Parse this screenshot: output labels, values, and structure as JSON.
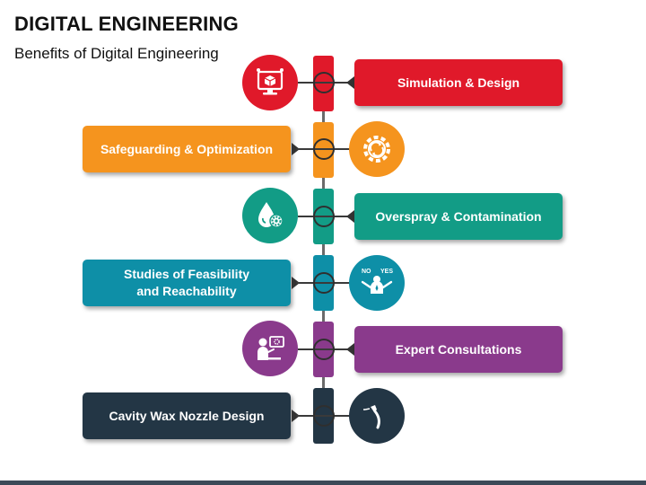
{
  "header": {
    "title": "DIGITAL ENGINEERING",
    "subtitle": "Benefits of Digital Engineering"
  },
  "colors": {
    "red": "#E0192A",
    "orange": "#F5941E",
    "teal": "#129C86",
    "blue": "#0E8FA7",
    "purple": "#8A3A8C",
    "navy": "#233645"
  },
  "items": [
    {
      "label": "Simulation & Design",
      "icon": "computer-cube-icon"
    },
    {
      "label": "Safeguarding & Optimization",
      "icon": "gear-cycle-icon"
    },
    {
      "label": "Overspray & Contamination",
      "icon": "drop-gear-icon"
    },
    {
      "label_lines": [
        "Studies of Feasibility",
        "and Reachability"
      ],
      "icon": "no-yes-person-icon"
    },
    {
      "label": "Expert Consultations",
      "icon": "consultant-icon"
    },
    {
      "label": "Cavity Wax Nozzle Design",
      "icon": "nozzle-icon"
    }
  ]
}
